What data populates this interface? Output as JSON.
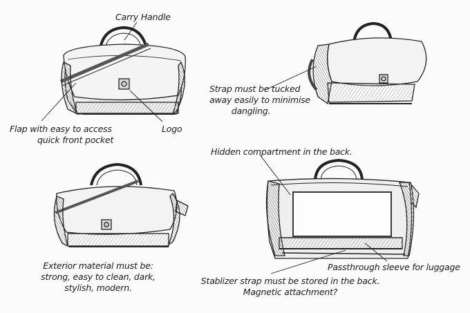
{
  "annotations": {
    "carry_handle": "Carry Handle",
    "flap_line1": "Flap with easy to access",
    "flap_line2": "quick front pocket",
    "logo": "Logo",
    "strap_line1": "Strap must be tucked",
    "strap_line2": "away easily to minimise",
    "strap_line3": "dangling.",
    "hidden_compartment": "Hidden compartment in the back.",
    "exterior_line1": "Exterior material must be:",
    "exterior_line2": "strong, easy to clean, dark,",
    "exterior_line3": "stylish, modern.",
    "passthrough": "Passthrough sleeve for luggage",
    "stabilizer_line1": "Stablizer strap must be stored in the back.",
    "stabilizer_line2": "Magnetic attachment?"
  },
  "colors": {
    "ink": "#1b1b1b",
    "paper": "#fbfbfb",
    "shade": "#8a8a8a"
  },
  "icons": [
    "messenger-bag-front",
    "messenger-bag-angled",
    "messenger-bag-back"
  ]
}
